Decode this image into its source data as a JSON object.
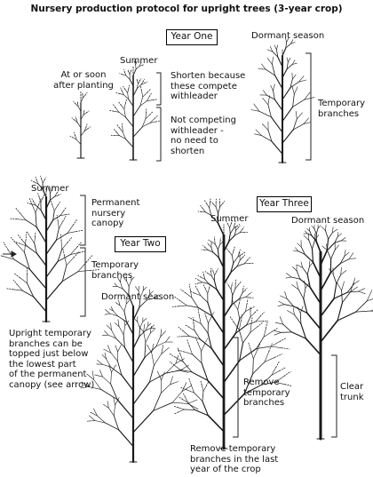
{
  "title": "Nursery production protocol for upright trees (3-year crop)",
  "year_labels": {
    "year_one": "Year One",
    "year_two": "Year Two",
    "year_three": "Year Three"
  },
  "year_one": {
    "planting_label": "At or soon\nafter planting",
    "summer_label": "Summer",
    "dormant_label": "Dormant season",
    "shorten_note": "Shorten because\nthese compete\nwithleader",
    "not_competing_note": "Not competing\nwithleader -\nno need to\nshorten",
    "temporary_branches": "Temporary\nbranches"
  },
  "year_two": {
    "summer_label": "Summer",
    "dormant_label": "Dormant season",
    "permanent_canopy": "Permanent\nnursery\ncanopy",
    "temporary_branches": "Temporary\nbranches",
    "topping_note": "Upright temporary\nbranches can be\ntopped just below\nthe lowest part\nof the permanent\ncanopy (see arrow)"
  },
  "year_three": {
    "summer_label": "Summer",
    "dormant_label": "Dormant season",
    "remove_label": "Remove\ntemporary\nbranches",
    "clear_trunk": "Clear\ntrunk",
    "remove_note": "Remove temporary\nbranches in the last\nyear of the crop"
  }
}
